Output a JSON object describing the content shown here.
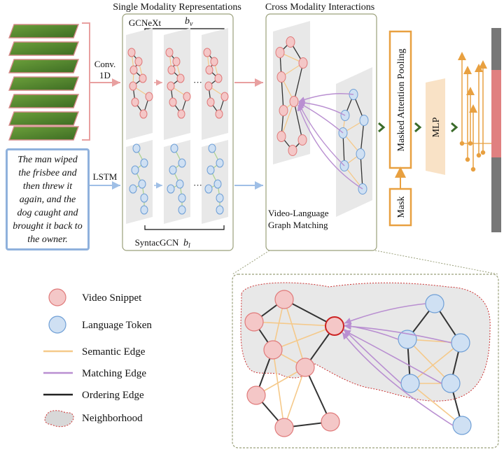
{
  "sections": {
    "single_modality": "Single Modality Representations",
    "cross_modality": "Cross Modality Interactions"
  },
  "labels": {
    "conv1d_line1": "Conv.",
    "conv1d_line2": "1D",
    "lstm": "LSTM",
    "gcnext": "GCNeXt",
    "syntacgcn": "SyntacGCN",
    "b_v_base": "b",
    "b_v_sub": "v",
    "b_l_base": "b",
    "b_l_sub": "l",
    "ellipsis": "···",
    "vlgm_line1": "Video-Language",
    "vlgm_line2": "Graph Matching",
    "map": "Masked Attention Pooling",
    "mask": "Mask",
    "mlp": "MLP"
  },
  "caption": "The man wiped the frisbee and then threw it again, and the dog caught and brought it back to the owner.",
  "legend": [
    {
      "key": "video",
      "label": "Video Snippet"
    },
    {
      "key": "language",
      "label": "Language Token"
    },
    {
      "key": "semantic",
      "label": "Semantic Edge"
    },
    {
      "key": "matching",
      "label": "Matching Edge"
    },
    {
      "key": "ordering",
      "label": "Ordering Edge"
    },
    {
      "key": "neighborhood",
      "label": "Neighborhood"
    }
  ],
  "colors": {
    "video_fill": "#f4c7c7",
    "video_stroke": "#e07a7a",
    "lang_fill": "#cfe0f3",
    "lang_stroke": "#6f9fd6",
    "semantic": "#f5c98a",
    "matching": "#b98fd1",
    "ordering": "#333333",
    "arrow_pink": "#e8a0a0",
    "arrow_blue": "#9fbfe6",
    "orange": "#e8a040",
    "green_arrow": "#3a6b2a",
    "proposal_red": "#e08080",
    "bar_gray": "#777777"
  }
}
